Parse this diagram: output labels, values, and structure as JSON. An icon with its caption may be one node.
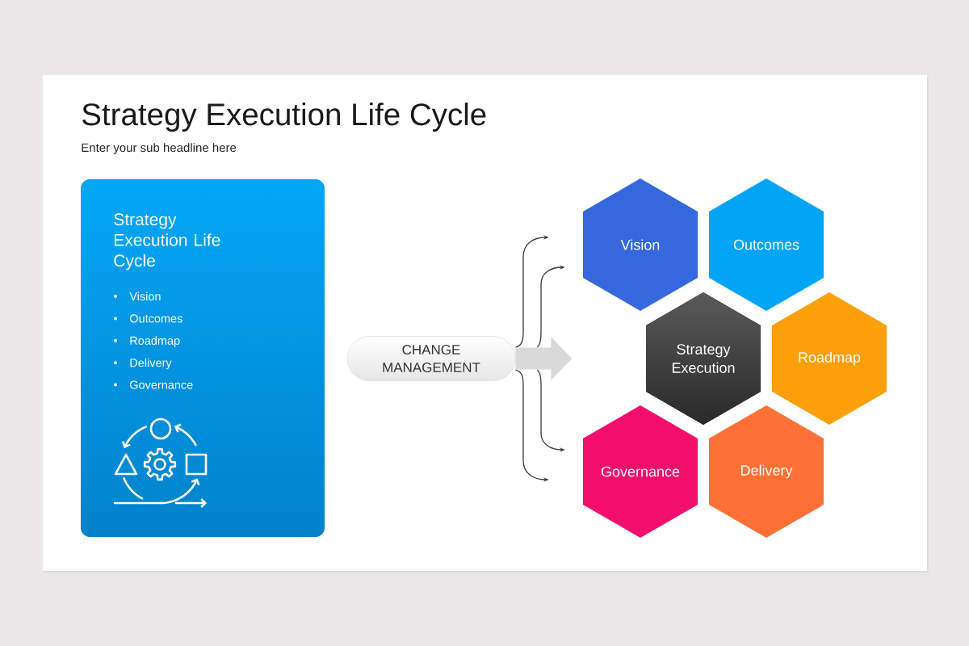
{
  "diagram": {
    "title": "Strategy Execution Life Cycle",
    "nodes": [
      {
        "text": [
          "Strategy Execution Life Cycle",
          "Vision",
          "Outcomes",
          "Roadmap",
          "Delivery",
          "Governance"
        ]
      },
      {
        "text": [
          "CHANGE MANAGEMENT"
        ]
      },
      {
        "text": [
          "Vision"
        ]
      },
      {
        "text": [
          "Outcomes"
        ]
      },
      {
        "text": [
          "Strategy Execution"
        ]
      },
      {
        "text": [
          "Roadmap"
        ]
      },
      {
        "text": [
          "Governance"
        ]
      },
      {
        "text": [
          "Delivery"
        ]
      }
    ],
    "edges": [
      {
        "from": 1,
        "to": 2,
        "arrow": "to"
      },
      {
        "from": 1,
        "to": 2,
        "arrow": "to"
      },
      {
        "from": 1,
        "to": null,
        "arrow": "to",
        "style": "thick",
        "color": "#d9d9d9"
      },
      {
        "from": 1,
        "to": 6,
        "arrow": "to"
      },
      {
        "from": 1,
        "to": 6,
        "arrow": "to"
      }
    ],
    "labels": [
      "Enter your sub headline here"
    ]
  }
}
